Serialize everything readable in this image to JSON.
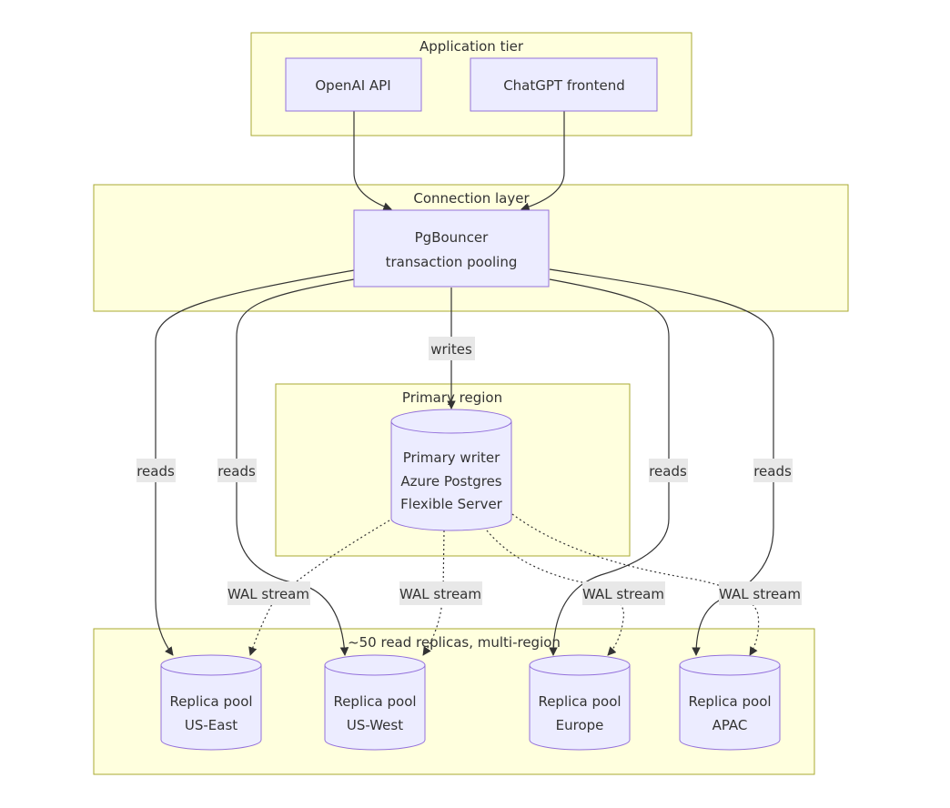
{
  "colors": {
    "cluster_fill": "#ffffde",
    "cluster_stroke": "#aaaa33",
    "node_fill": "#ececff",
    "node_stroke": "#9370db",
    "edge": "#333333",
    "edge_label_bg": "#e8e8e8"
  },
  "clusters": {
    "app_tier": "Application tier",
    "connection_layer": "Connection layer",
    "primary_region": "Primary region",
    "replicas": "~50 read replicas, multi-region"
  },
  "nodes": {
    "openai_api": "OpenAI API",
    "chatgpt_frontend": "ChatGPT frontend",
    "pgbouncer": {
      "line1": "PgBouncer",
      "line2": "transaction pooling"
    },
    "primary": {
      "line1": "Primary writer",
      "line2": "Azure Postgres",
      "line3": "Flexible Server"
    },
    "us_east": {
      "line1": "Replica pool",
      "line2": "US-East"
    },
    "us_west": {
      "line1": "Replica pool",
      "line2": "US-West"
    },
    "europe": {
      "line1": "Replica pool",
      "line2": "Europe"
    },
    "apac": {
      "line1": "Replica pool",
      "line2": "APAC"
    }
  },
  "edges": {
    "writes": "writes",
    "reads_us_east": "reads",
    "reads_us_west": "reads",
    "reads_europe": "reads",
    "reads_apac": "reads",
    "wal_us_east": "WAL stream",
    "wal_us_west": "WAL stream",
    "wal_europe": "WAL stream",
    "wal_apac": "WAL stream"
  }
}
